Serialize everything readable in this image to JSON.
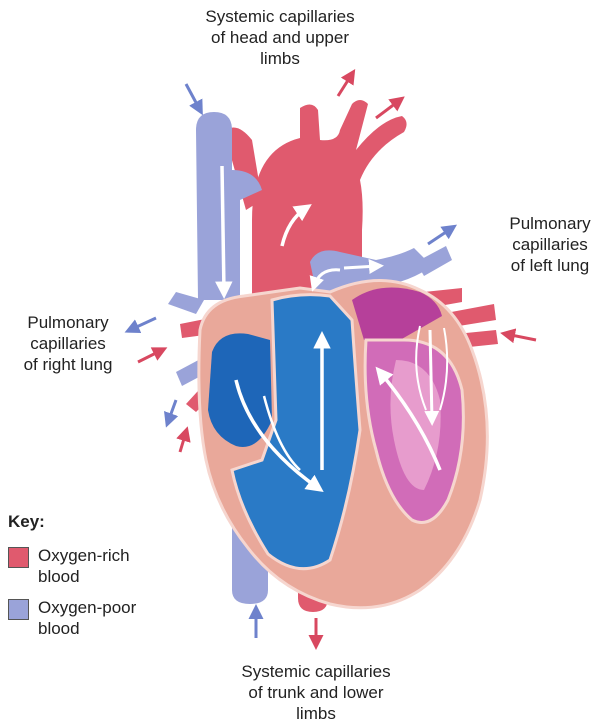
{
  "labels": {
    "top": [
      "Systemic capillaries",
      "of head and upper",
      "limbs"
    ],
    "left": [
      "Pulmonary",
      "capillaries",
      "of right lung"
    ],
    "right": [
      "Pulmonary",
      "capillaries",
      "of left lung"
    ],
    "bottom": [
      "Systemic capillaries",
      "of trunk and lower",
      "limbs"
    ]
  },
  "key": {
    "title": "Key:",
    "items": [
      {
        "label_lines": [
          "Oxygen-rich",
          "blood"
        ],
        "color": "#e05a6e"
      },
      {
        "label_lines": [
          "Oxygen-poor",
          "blood"
        ],
        "color": "#9aa3d9"
      }
    ]
  },
  "colors": {
    "oxygen_rich": "#e05a6e",
    "oxygen_rich_dark": "#c23a55",
    "oxygen_poor": "#9aa3d9",
    "oxygen_poor_dark": "#1e66b8",
    "muscle": "#e9a89a",
    "chamber_left": "#c64fa8",
    "flow_arrow": "#ffffff"
  }
}
